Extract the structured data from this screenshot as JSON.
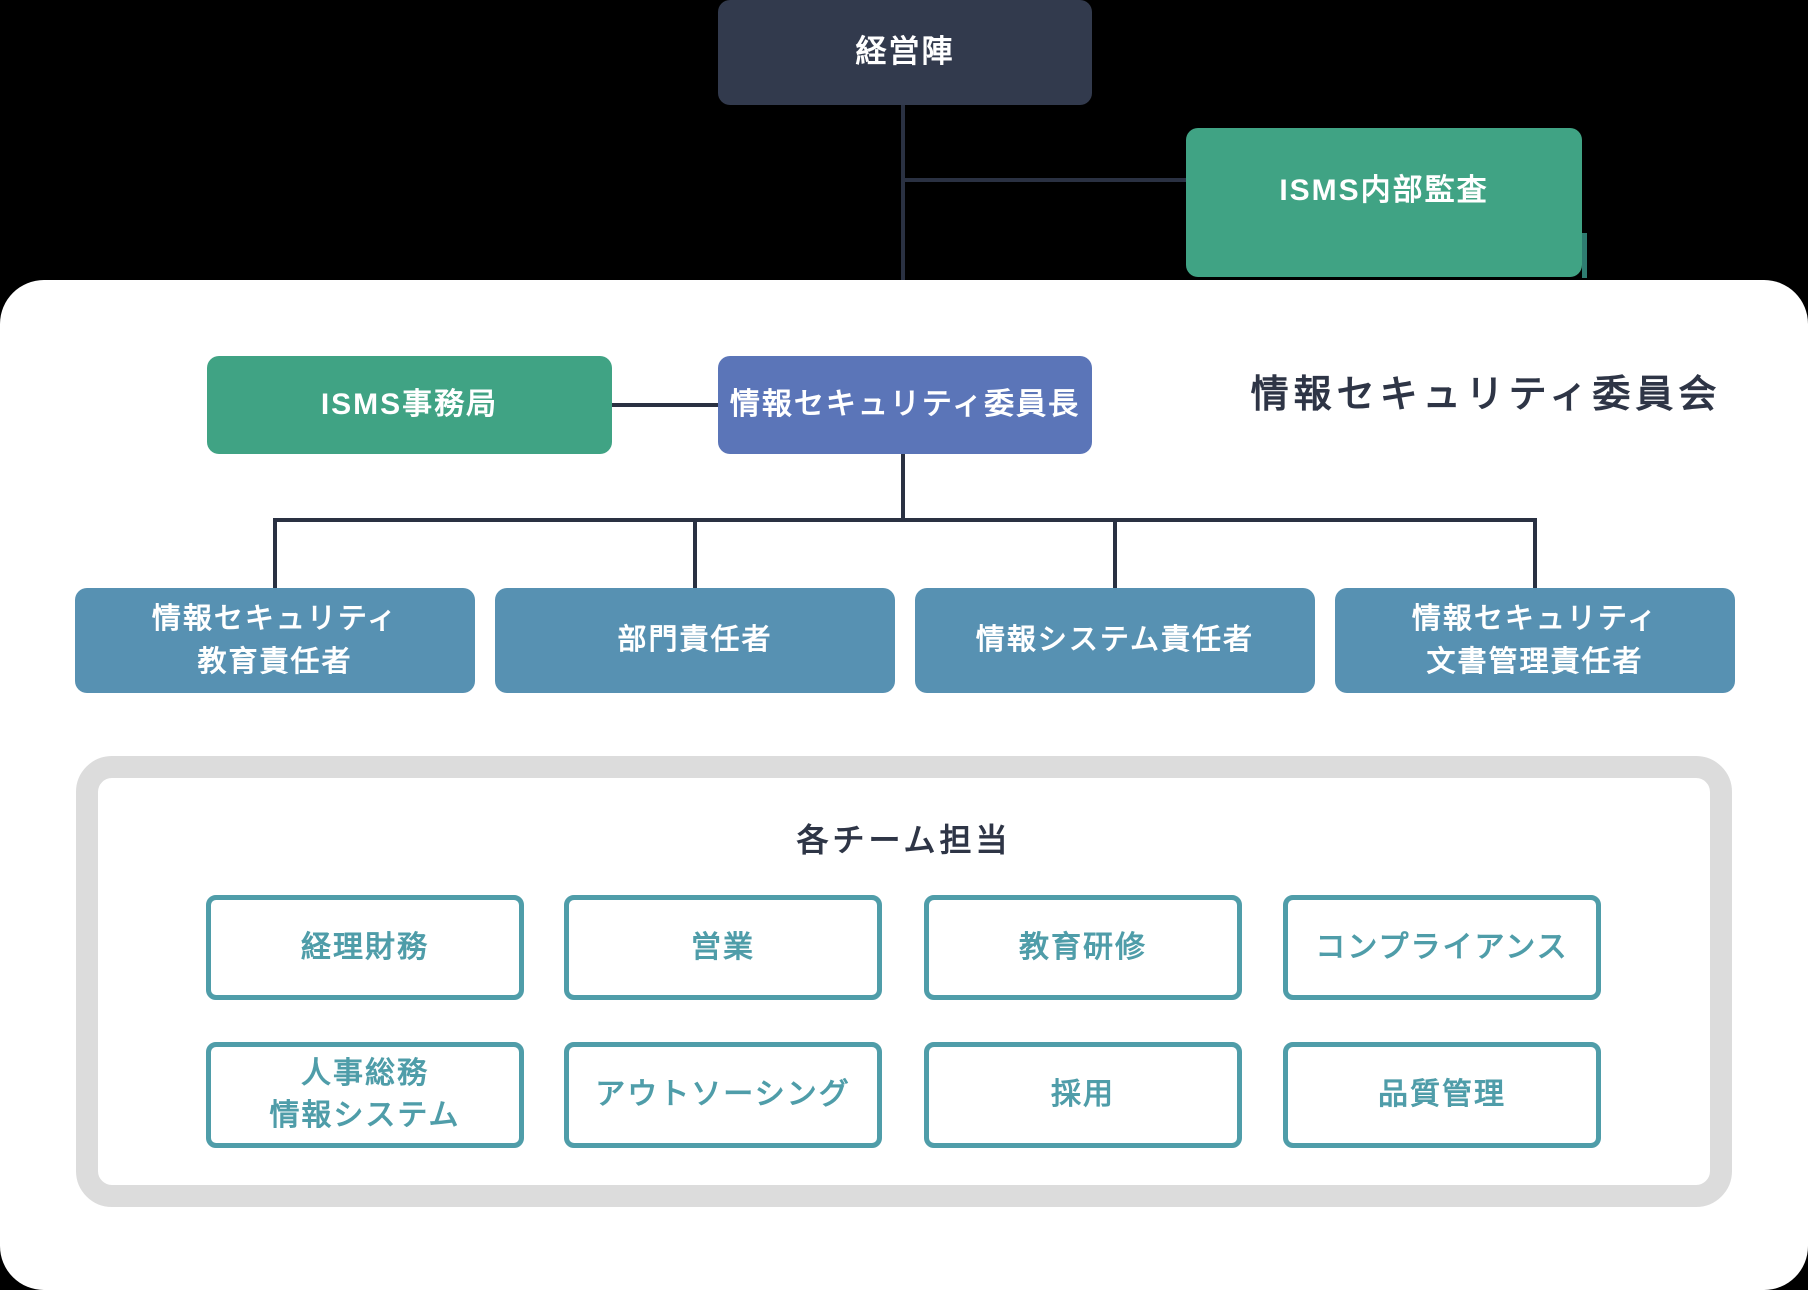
{
  "colors": {
    "background": "#000000",
    "panel_white": "#ffffff",
    "navy_box": "#323a4d",
    "connector_line": "#2a3142",
    "green_box": "#40a384",
    "chair_blue_box": "#5b75b8",
    "manager_steel_blue_box": "#5791b2",
    "team_teal": "#4f9da9",
    "teams_panel_border_gray": "#dcdcdc",
    "heading_text": "#2e3546",
    "audit_edge_teal": "#2e7d71"
  },
  "nodes": {
    "management": "経営陣",
    "internal_audit": "ISMS内部監査",
    "secretariat": "ISMS事務局",
    "chair": "情報セキュリティ委員長"
  },
  "committee_title": "情報セキュリティ委員会",
  "managers": [
    {
      "label": "情報セキュリティ\n教育責任者"
    },
    {
      "label": "部門責任者"
    },
    {
      "label": "情報システム責任者"
    },
    {
      "label": "情報セキュリティ\n文書管理責任者"
    }
  ],
  "teams_panel": {
    "title": "各チーム担当",
    "teams": [
      "経理財務",
      "営業",
      "教育研修",
      "コンプライアンス",
      "人事総務\n情報システム",
      "アウトソーシング",
      "採用",
      "品質管理"
    ]
  }
}
